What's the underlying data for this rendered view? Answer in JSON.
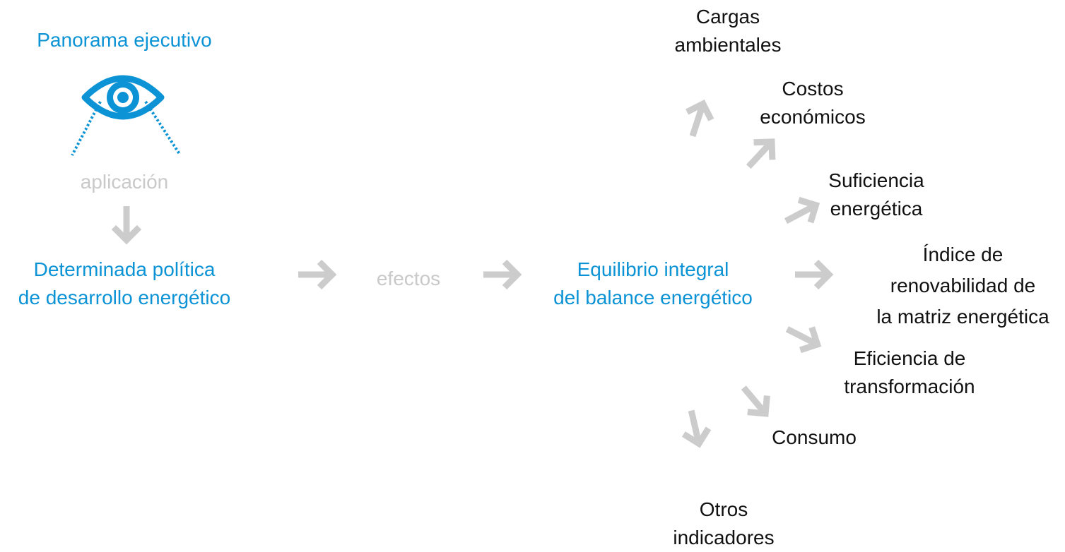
{
  "title": "Panorama ejecutivo",
  "step_aplicacion": "aplicación",
  "policy": {
    "line1": "Determinada política",
    "line2": "de desarrollo energético"
  },
  "step_efectos": "efectos",
  "equilibrium": {
    "line1": "Equilibrio integral",
    "line2": "del balance energético"
  },
  "indicators": {
    "cargas": [
      "Cargas",
      "ambientales"
    ],
    "costos": [
      "Costos",
      "económicos"
    ],
    "suficiencia": [
      "Suficiencia",
      "energética"
    ],
    "indice": [
      "Índice de",
      "renovabilidad de",
      "la matriz energética"
    ],
    "eficiencia": [
      "Eficiencia de",
      "transformación"
    ],
    "consumo": [
      "Consumo"
    ],
    "otros": [
      "Otros",
      "indicadores"
    ]
  },
  "icons": {
    "eye": "eye-icon",
    "arrow": "arrow-icon"
  },
  "colors": {
    "accent_blue": "#0b93d6",
    "muted_gray": "#c9c9c9",
    "text_dark": "#111111"
  }
}
